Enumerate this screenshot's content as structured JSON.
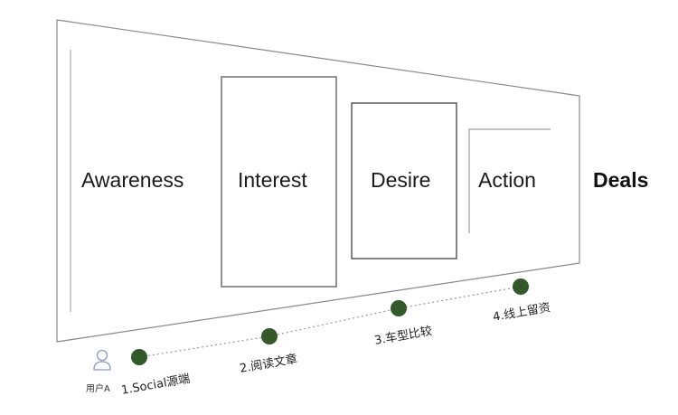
{
  "funnel": {
    "stages": [
      {
        "label": "Awareness"
      },
      {
        "label": "Interest"
      },
      {
        "label": "Desire"
      },
      {
        "label": "Action"
      }
    ],
    "outcome": "Deals"
  },
  "journey": {
    "user_label": "用户A",
    "steps": [
      {
        "label": "1.Social源端"
      },
      {
        "label": "2.阅读文章"
      },
      {
        "label": "3.车型比较"
      },
      {
        "label": "4.线上留资"
      }
    ],
    "dot_color": "#33582a",
    "line_color": "#9a9a9a"
  },
  "icons": {
    "user": "user-avatar-icon"
  }
}
